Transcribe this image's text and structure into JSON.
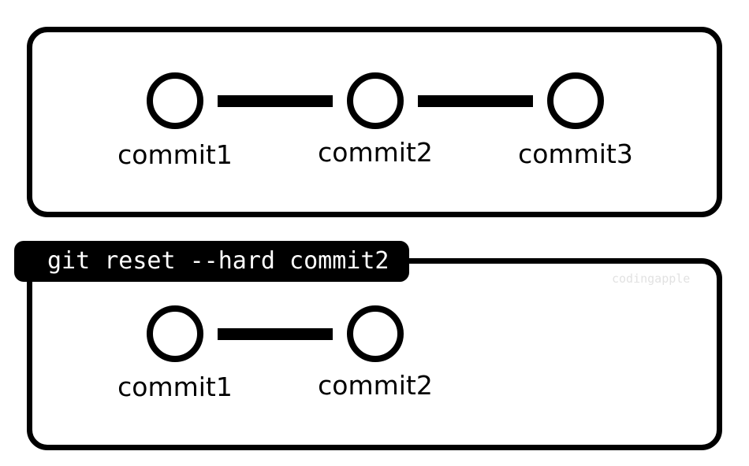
{
  "before": {
    "commits": [
      "commit1",
      "commit2",
      "commit3"
    ]
  },
  "command": "git reset --hard commit2",
  "after": {
    "commits": [
      "commit1",
      "commit2"
    ]
  },
  "watermark": "codingapple",
  "colors": {
    "stroke": "#000000",
    "background": "#ffffff",
    "tag_text": "#ffffff",
    "watermark": "#e2e2e2"
  }
}
